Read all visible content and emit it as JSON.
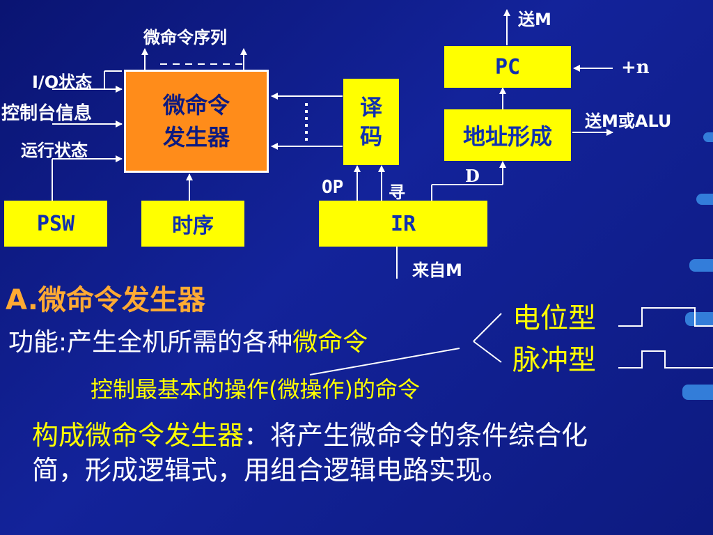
{
  "diagram": {
    "boxes": {
      "micro_gen_line1": "微命令",
      "micro_gen_line2": "发生器",
      "decode_line1": "译",
      "decode_line2": "码",
      "pc": "PC",
      "addr_form": "地址形成",
      "psw": "PSW",
      "timing": "时序",
      "ir": "IR"
    },
    "labels": {
      "micro_seq": "微命令序列",
      "io_status": "I/O状态",
      "console_info": "控制台信息",
      "run_status": "运行状态",
      "op": "OP",
      "seek": "寻",
      "d": "D",
      "send_m": "送M",
      "plus_n": "+n",
      "send_m_alu": "送M或ALU",
      "from_m": "来自M"
    }
  },
  "content": {
    "section_title": "A.微命令发生器",
    "function_prefix": "功能:产生全机所需的各种",
    "function_highlight": "微命令",
    "type_level": "电位型",
    "type_pulse": "脉冲型",
    "definition": "控制最基本的操作(微操作)的命令",
    "construct_label": "构成微命令发生器",
    "construct_text_1": "：将产生微命令的条件综合化",
    "construct_text_2": "简，形成逻辑式，用组合逻辑电路实现。"
  },
  "colors": {
    "background": "#0d1a80",
    "yellow_box": "#ffff00",
    "orange_box": "#ff8c1a",
    "text_yellow": "#ffff00",
    "text_orange": "#ffaa33",
    "line": "#ffffff"
  }
}
